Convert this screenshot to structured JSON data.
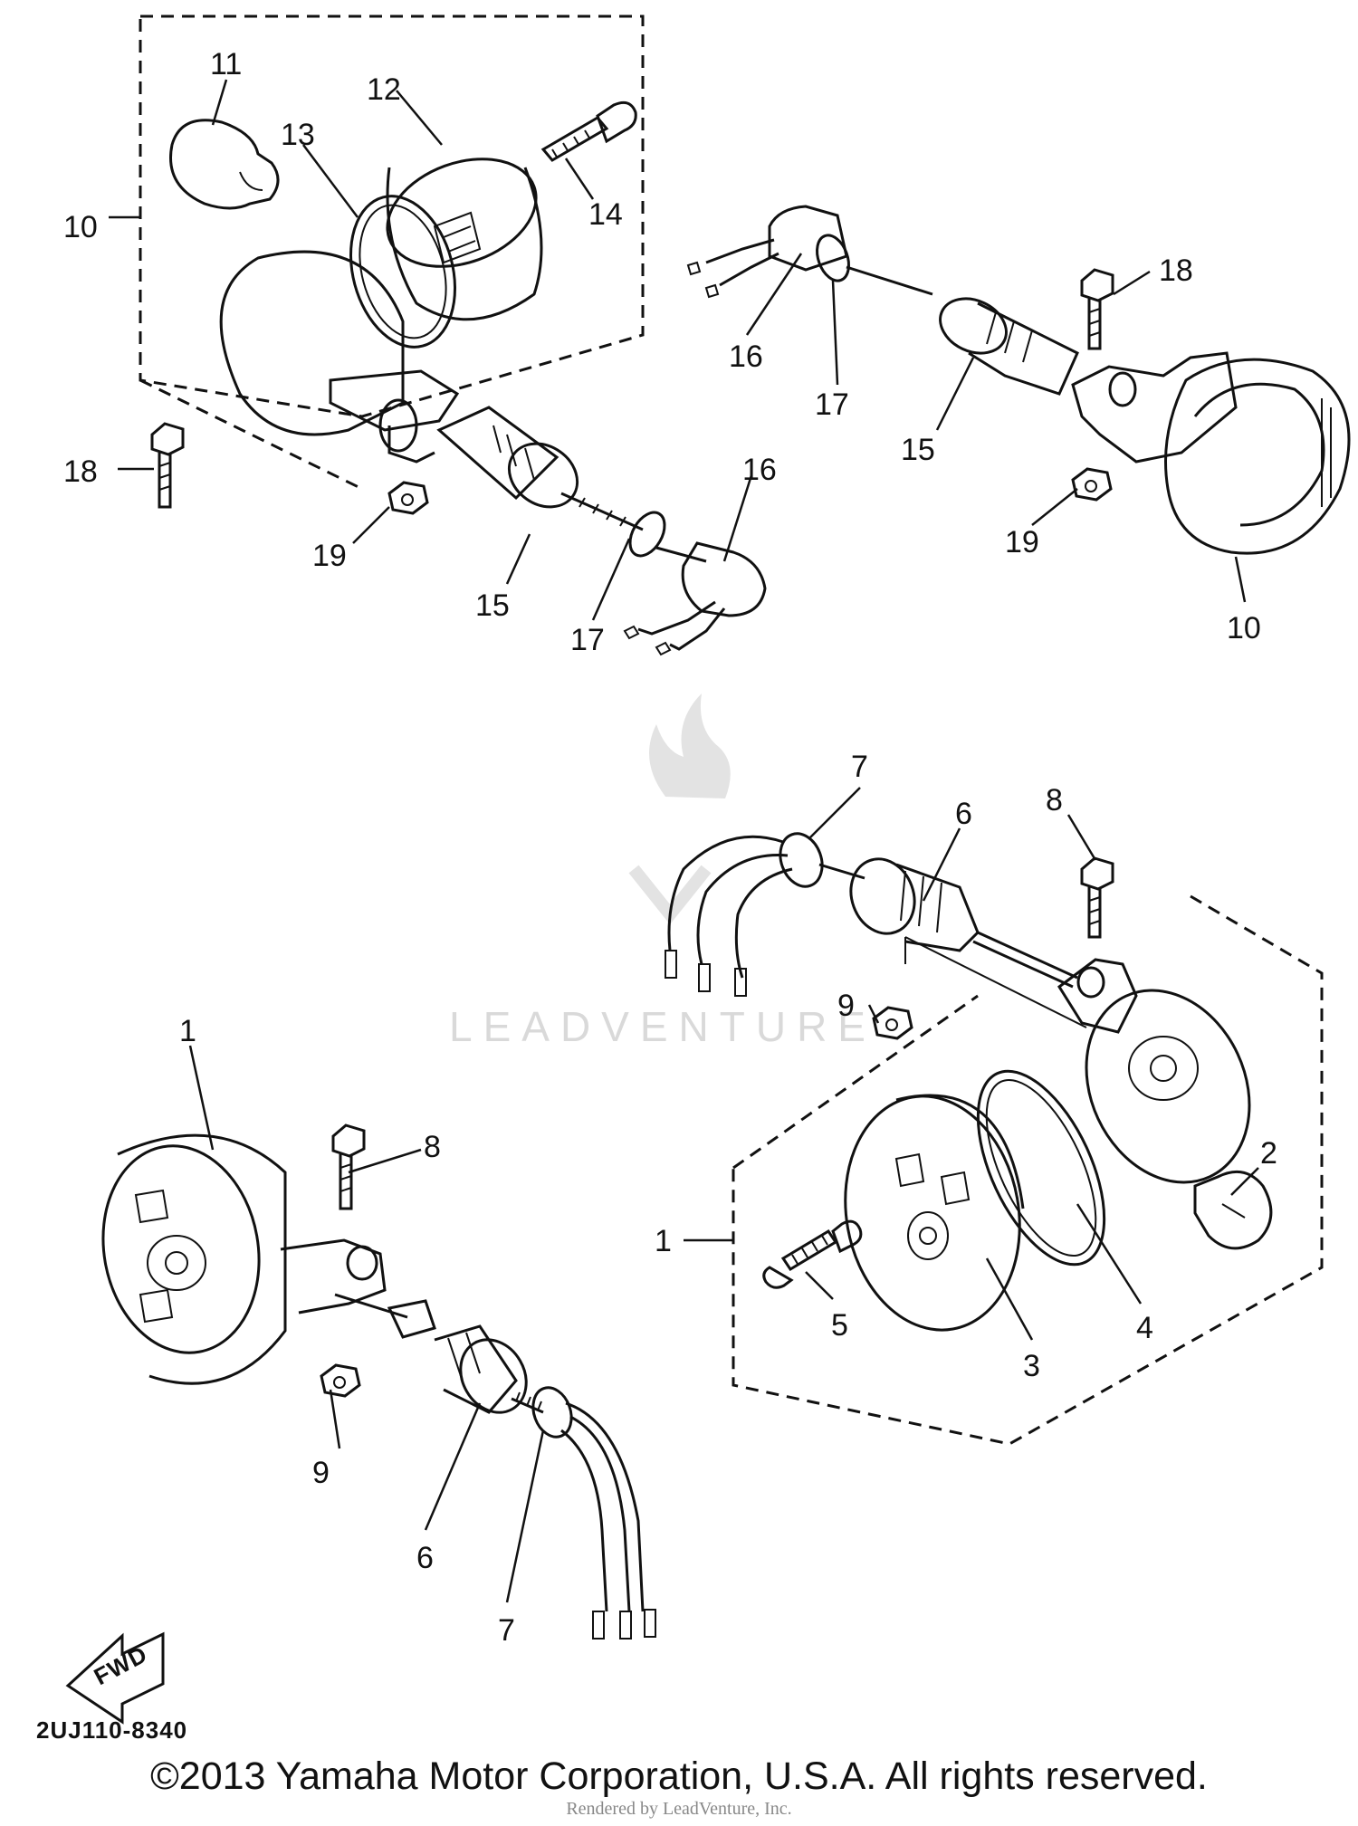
{
  "watermark": "LEADVENTURE",
  "diagram_code": "2UJ110-8340",
  "fwd_label": "FWD",
  "copyright": "©2013 Yamaha Motor Corporation, U.S.A. All rights reserved.",
  "rendered_by": "Rendered by LeadVenture, Inc.",
  "callouts": [
    {
      "id": "c11a",
      "text": "11"
    },
    {
      "id": "c12",
      "text": "12"
    },
    {
      "id": "c13",
      "text": "13"
    },
    {
      "id": "c10a",
      "text": "10"
    },
    {
      "id": "c14",
      "text": "14"
    },
    {
      "id": "c18a",
      "text": "18"
    },
    {
      "id": "c19a",
      "text": "19"
    },
    {
      "id": "c15a",
      "text": "15"
    },
    {
      "id": "c17a",
      "text": "17"
    },
    {
      "id": "c16a",
      "text": "16"
    },
    {
      "id": "c16b",
      "text": "16"
    },
    {
      "id": "c17b",
      "text": "17"
    },
    {
      "id": "c15b",
      "text": "15"
    },
    {
      "id": "c18b",
      "text": "18"
    },
    {
      "id": "c19b",
      "text": "19"
    },
    {
      "id": "c10b",
      "text": "10"
    },
    {
      "id": "c7a",
      "text": "7"
    },
    {
      "id": "c6a",
      "text": "6"
    },
    {
      "id": "c8a",
      "text": "8"
    },
    {
      "id": "c9a",
      "text": "9"
    },
    {
      "id": "c1a",
      "text": "1"
    },
    {
      "id": "c8b",
      "text": "8"
    },
    {
      "id": "c9b",
      "text": "9"
    },
    {
      "id": "c6b",
      "text": "6"
    },
    {
      "id": "c7b",
      "text": "7"
    },
    {
      "id": "c1b",
      "text": "1"
    },
    {
      "id": "c2",
      "text": "2"
    },
    {
      "id": "c5",
      "text": "5"
    },
    {
      "id": "c4",
      "text": "4"
    },
    {
      "id": "c3",
      "text": "3"
    }
  ]
}
